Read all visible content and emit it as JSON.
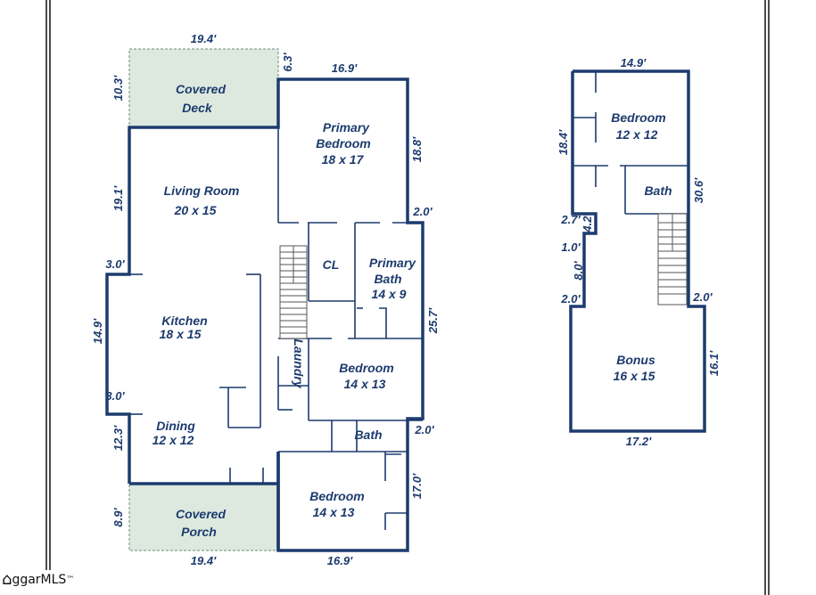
{
  "colors": {
    "wall": "#1d3b6e",
    "outdoor_fill": "#dde9df"
  },
  "main_floor": {
    "rooms": {
      "covered_deck": [
        "Covered",
        "Deck"
      ],
      "primary_bedroom": [
        "Primary",
        "Bedroom",
        "18 x 17"
      ],
      "living_room": [
        "Living Room",
        "20 x 15"
      ],
      "closet": "CL",
      "primary_bath": [
        "Primary",
        "Bath",
        "14 x 9"
      ],
      "kitchen": [
        "Kitchen",
        "18 x 15"
      ],
      "laundry": "Laundry",
      "bedroom_2": [
        "Bedroom",
        "14 x 13"
      ],
      "dining": [
        "Dining",
        "12 x 12"
      ],
      "bath": "Bath",
      "bedroom_3": [
        "Bedroom",
        "14 x 13"
      ],
      "covered_porch": [
        "Covered",
        "Porch"
      ]
    },
    "dimensions": {
      "deck_width": "19.4'",
      "deck_depth": "10.3'",
      "offset_top": "6.3'",
      "primary_width": "16.9'",
      "primary_depth": "18.8'",
      "living_depth": "19.1'",
      "step_right_1": "2.0'",
      "step_left_1": "3.0'",
      "kitchen_depth": "14.9'",
      "right_mid": "25.7'",
      "step_left_2": "3.0'",
      "step_right_2": "2.0'",
      "dining_depth": "12.3'",
      "bedroom_depth": "17.0'",
      "porch_depth": "8.9'",
      "porch_width": "19.4'",
      "bottom_width": "16.9'"
    }
  },
  "upper_floor": {
    "rooms": {
      "bedroom": [
        "Bedroom",
        "12 x 12"
      ],
      "bath": "Bath",
      "bonus": [
        "Bonus",
        "16 x 15"
      ]
    },
    "dimensions": {
      "top_width": "14.9'",
      "bedroom_depth": "18.4'",
      "right_depth": "30.6'",
      "step_a": "2.7'",
      "step_b": "4.2'",
      "step_c": "1.0'",
      "step_d": "8.0'",
      "left_step": "2.0'",
      "right_step": "2.0'",
      "bonus_depth": "16.1'",
      "bottom_width": "17.2'"
    }
  },
  "logo": {
    "text": "ggarMLS",
    "tm": "™"
  }
}
